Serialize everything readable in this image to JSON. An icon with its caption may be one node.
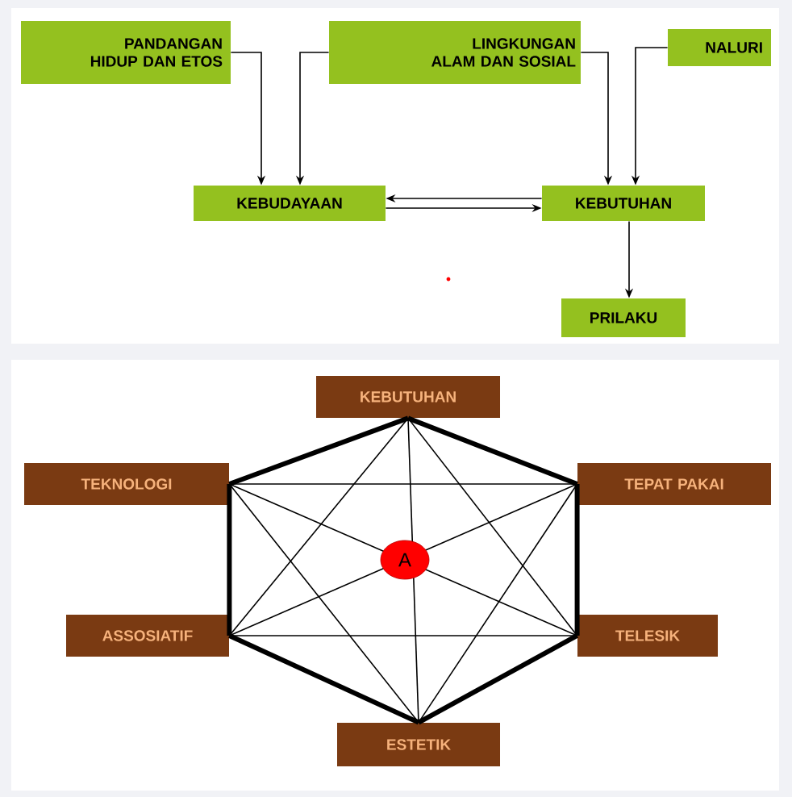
{
  "diagram": {
    "nodes": [
      {
        "text": [
          "PANDANGAN HIDUP DAN ETOS"
        ]
      },
      {
        "text": [
          "LINGKUNGAN ALAM DAN SOSIAL"
        ]
      },
      {
        "text": [
          "NALURI"
        ]
      },
      {
        "text": [
          "KEBUDAYAAN"
        ]
      },
      {
        "text": [
          "KEBUTUHAN"
        ]
      },
      {
        "text": [
          "PRILAKU"
        ]
      },
      {
        "text": [
          "KEBUTUHAN"
        ]
      },
      {
        "text": [
          "TEKNOLOGI"
        ]
      },
      {
        "text": [
          "TEPAT PAKAI"
        ]
      },
      {
        "text": [
          "ASSOSIATIF"
        ]
      },
      {
        "text": [
          "TELESIK"
        ]
      },
      {
        "text": [
          "ESTETIK"
        ]
      }
    ],
    "edges": [
      {
        "from": 0,
        "to": 3,
        "arrow": "to"
      },
      {
        "from": 1,
        "to": 3,
        "arrow": "to"
      },
      {
        "from": 1,
        "to": 4,
        "arrow": "to"
      },
      {
        "from": 2,
        "to": 4,
        "arrow": "to"
      },
      {
        "from": 4,
        "to": 3,
        "arrow": "to"
      },
      {
        "from": 3,
        "to": 4,
        "arrow": "to"
      },
      {
        "from": 4,
        "to": 5,
        "arrow": "to"
      },
      {
        "from": 6,
        "to": 7,
        "arrow": "none",
        "style": "thick"
      },
      {
        "from": 6,
        "to": 8,
        "arrow": "none",
        "style": "thick"
      },
      {
        "from": 7,
        "to": 9,
        "arrow": "none",
        "style": "thick"
      },
      {
        "from": 8,
        "to": 10,
        "arrow": "none",
        "style": "thick"
      },
      {
        "from": 9,
        "to": 11,
        "arrow": "none",
        "style": "thick"
      },
      {
        "from": 10,
        "to": 11,
        "arrow": "none",
        "style": "thick"
      },
      {
        "from": 6,
        "to": 9,
        "arrow": "none"
      },
      {
        "from": 6,
        "to": 10,
        "arrow": "none"
      },
      {
        "from": 6,
        "to": 11,
        "arrow": "none"
      },
      {
        "from": 7,
        "to": 8,
        "arrow": "none"
      },
      {
        "from": 7,
        "to": 10,
        "arrow": "none"
      },
      {
        "from": 7,
        "to": 11,
        "arrow": "none"
      },
      {
        "from": 8,
        "to": 9,
        "arrow": "none"
      },
      {
        "from": 8,
        "to": 11,
        "arrow": "none"
      },
      {
        "from": 9,
        "to": 10,
        "arrow": "none"
      }
    ],
    "labels": [
      "A"
    ]
  }
}
